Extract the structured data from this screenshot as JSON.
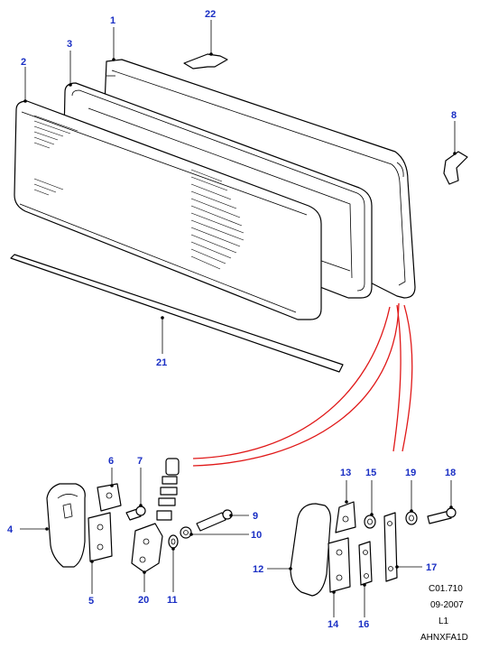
{
  "callouts": {
    "c1": "1",
    "c2": "2",
    "c3": "3",
    "c4": "4",
    "c5": "5",
    "c6": "6",
    "c7": "7",
    "c8": "8",
    "c9": "9",
    "c10": "10",
    "c11": "11",
    "c12": "12",
    "c13": "13",
    "c14": "14",
    "c15": "15",
    "c16": "16",
    "c17": "17",
    "c18": "18",
    "c19": "19",
    "c20": "20",
    "c21": "21",
    "c22": "22"
  },
  "reference": {
    "code": "C01.710",
    "date": "09-2007",
    "level": "L1",
    "id": "AHNXFA1D"
  },
  "colors": {
    "callout": "#1a2fc4",
    "link_curve": "#e01818"
  }
}
